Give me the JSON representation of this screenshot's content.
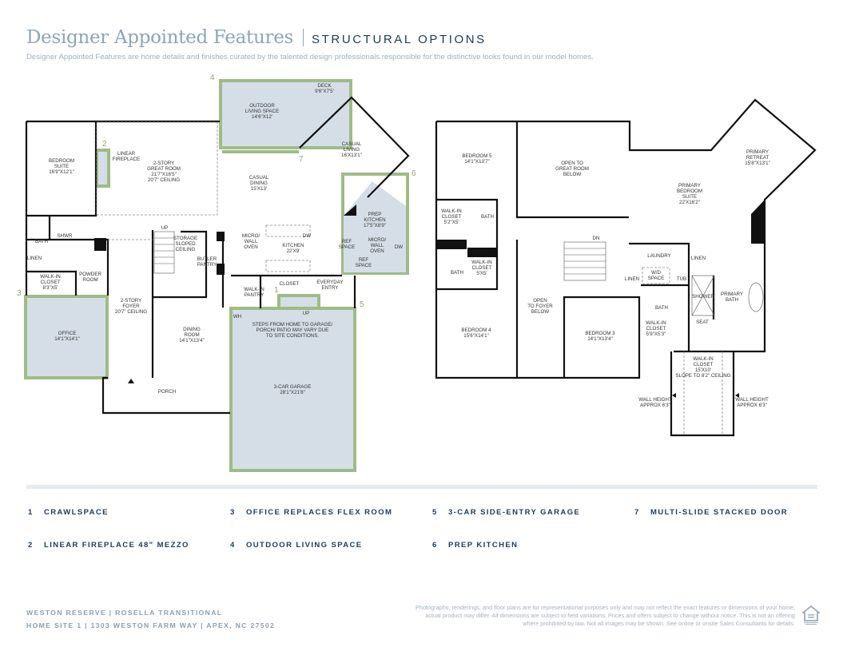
{
  "header": {
    "title": "Designer Appointed Features",
    "subtitle": "STRUCTURAL OPTIONS",
    "intro": "Designer Appointed Features are home details and finishes curated by the talented design professionals responsible for the distinctive looks found in our model homes."
  },
  "colors": {
    "option_outline": "#9fbb86",
    "option_fill": "#d5dee7",
    "title": "#8fa5b3",
    "navy": "#1d3c5a"
  },
  "option_markers": [
    "1",
    "2",
    "3",
    "4",
    "5",
    "6",
    "7"
  ],
  "rooms": {
    "bedroom_suite": [
      "BEDROOM",
      "SUITE",
      "16'9\"X12'1\""
    ],
    "linear_fireplace": [
      "LINEAR",
      "FIREPLACE"
    ],
    "great_room": [
      "2-STORY",
      "GREAT ROOM",
      "21'7\"X16'5\"",
      "20'7\" CEILING"
    ],
    "outdoor_living": [
      "OUTDOOR",
      "LIVING SPACE",
      "14'6\"X12'"
    ],
    "deck": [
      "DECK",
      "9'6\"X7'5'"
    ],
    "casual_living": [
      "CASUAL",
      "LIVING",
      "16'X13'1\""
    ],
    "casual_dining": [
      "CASUAL",
      "DINING",
      "15'X13'"
    ],
    "prep_kitchen": [
      "PREP",
      "KITCHEN",
      "17'5\"X8'9\""
    ],
    "kitchen": [
      "KITCHEN",
      "22'X9'"
    ],
    "micro_wall_oven": [
      "MICRO/",
      "WALL",
      "OVEN"
    ],
    "prep_micro_wall_oven": [
      "MICRO/",
      "WALL",
      "OVEN"
    ],
    "ref_space_1": [
      "REF",
      "SPACE"
    ],
    "ref_space_2": [
      "REF",
      "SPACE"
    ],
    "dw_1": [
      "DW"
    ],
    "dw_2": [
      "DW"
    ],
    "butler_pantry": [
      "BUTLER",
      "PANTRY"
    ],
    "storage": [
      "STORAGE",
      "SLOPED",
      "CEILING"
    ],
    "up_1": [
      "UP"
    ],
    "bath_1": [
      "BATH"
    ],
    "shwr": [
      "SHWR"
    ],
    "linen_1": [
      "LINEN"
    ],
    "walkin_closet_1": [
      "WALK-IN",
      "CLOSET",
      "8'3\"X5'"
    ],
    "powder_room": [
      "POWDER",
      "ROOM"
    ],
    "foyer": [
      "2-STORY",
      "FOYER",
      "20'7\" CEILING"
    ],
    "office": [
      "OFFICE",
      "14'1\"X14'1\""
    ],
    "dining_room": [
      "DINING",
      "ROOM",
      "14'1\"X13'4\""
    ],
    "walkin_pantry": [
      "WALK-IN",
      "PANTRY"
    ],
    "closet": [
      "CLOSET"
    ],
    "everyday_entry": [
      "EVERYDAY",
      "ENTRY"
    ],
    "up_2": [
      "UP"
    ],
    "wh": [
      "WH"
    ],
    "steps_note": [
      "STEPS FROM HOME TO GARAGE/",
      "PORCH/ PATIO MAY VARY DUE",
      "TO SITE CONDITIONS."
    ],
    "garage": [
      "3-CAR GARAGE",
      "28'1\"X21'8\""
    ],
    "porch": [
      "PORCH"
    ],
    "bedroom_5": [
      "BEDROOM 5",
      "14'1\"X13'7\""
    ],
    "open_great_room": [
      "OPEN TO",
      "GREAT ROOM",
      "BELOW"
    ],
    "primary_retreat": [
      "PRIMARY",
      "RETREAT",
      "15'8\"X13'1\""
    ],
    "primary_suite": [
      "PRIMARY",
      "BEDROOM",
      "SUITE",
      "22'X16'2\""
    ],
    "walkin_closet_5": [
      "WALK-IN",
      "CLOSET",
      "5'2\"X5'"
    ],
    "bath_a": [
      "BATH"
    ],
    "bath_b": [
      "BATH"
    ],
    "walkin_closet_b": [
      "WALK-IN",
      "CLOSET",
      "5'X5'"
    ],
    "dn": [
      "DN"
    ],
    "laundry": [
      "LAUNDRY"
    ],
    "linen_2": [
      "LINEN"
    ],
    "wd_space": [
      "W/D",
      "SPACE"
    ],
    "tub": [
      "TUB"
    ],
    "linen_3": [
      "LINEN"
    ],
    "shower": [
      "SHOWER"
    ],
    "primary_bath": [
      "PRIMARY",
      "BATH"
    ],
    "seat": [
      "SEAT"
    ],
    "bath_c": [
      "BATH"
    ],
    "walkin_closet_c": [
      "WALK-IN",
      "CLOSET",
      "5'9\"X5'3\""
    ],
    "open_foyer": [
      "OPEN",
      "TO FOYER",
      "BELOW"
    ],
    "bedroom_4": [
      "BEDROOM 4",
      "15'6\"X14'1\""
    ],
    "bedroom_3": [
      "BEDROOM 3",
      "14'1\"X13'4\""
    ],
    "walkin_primary": [
      "WALK-IN",
      "CLOSET",
      "15'X10'",
      "SLOPE TO 8'2\" CEILING"
    ],
    "wall_height_1": [
      "WALL HEIGHT",
      "APPROX 6'3\""
    ],
    "wall_height_2": [
      "WALL HEIGHT",
      "APPROX 6'3\""
    ]
  },
  "legend": [
    {
      "num": "1",
      "label": "CRAWLSPACE"
    },
    {
      "num": "2",
      "label": "LINEAR FIREPLACE 48\" MEZZO"
    },
    {
      "num": "3",
      "label": "OFFICE REPLACES FLEX ROOM"
    },
    {
      "num": "4",
      "label": "OUTDOOR LIVING SPACE"
    },
    {
      "num": "5",
      "label": "3-CAR SIDE-ENTRY GARAGE"
    },
    {
      "num": "6",
      "label": "PREP KITCHEN"
    },
    {
      "num": "7",
      "label": "MULTI-SLIDE STACKED DOOR"
    }
  ],
  "footer": {
    "line1": "WESTON RESERVE |  ROSELLA TRANSITIONAL",
    "line2": "HOME SITE 1  |  1303 WESTON FARM WAY |  APEX, NC 27502",
    "disclaimer": "Photographs, renderings, and floor plans are for representational purposes only and may not reflect the exact features or dimensions of your home; actual product may differ. All dimensions are subject to field variations. Prices and offers subject to change without notice. This is not an offering where prohibited by law. Not all images may be shown. See online or onsite Sales Consultants for details.",
    "equal_housing_logo": "EQUAL HOUSING OPPORTUNITY"
  }
}
